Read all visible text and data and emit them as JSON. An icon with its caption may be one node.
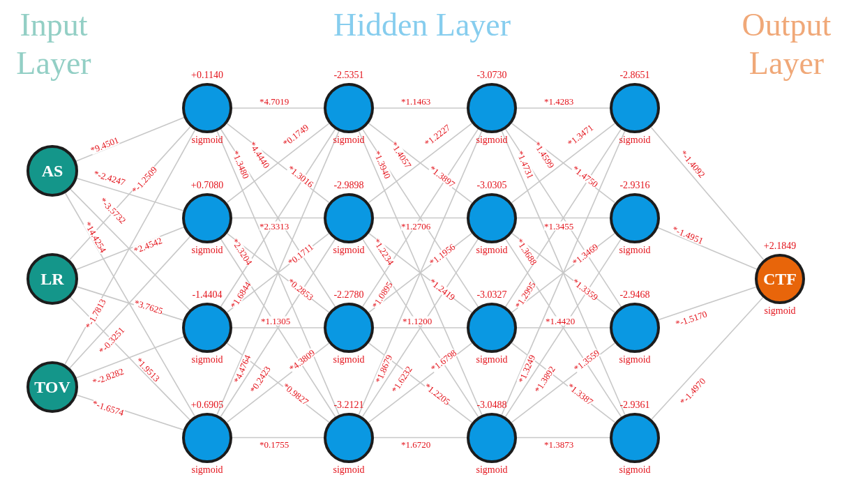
{
  "diagram": {
    "nodes": [
      {
        "text": [
          "AS"
        ]
      },
      {
        "text": [
          "LR"
        ]
      },
      {
        "text": [
          "TOV"
        ]
      },
      {
        "text": [],
        "shape": "circle",
        "beside": [
          "+0.1140",
          "sigmoid"
        ]
      },
      {
        "text": [],
        "shape": "circle",
        "beside": [
          "+0.7080",
          "sigmoid"
        ]
      },
      {
        "text": [],
        "shape": "circle",
        "beside": [
          "-1.4404",
          "sigmoid"
        ]
      },
      {
        "text": [],
        "shape": "circle",
        "beside": [
          "+0.6905",
          "sigmoid"
        ]
      },
      {
        "text": [],
        "shape": "circle",
        "beside": [
          "-2.5351",
          "sigmoid"
        ]
      },
      {
        "text": [],
        "shape": "circle",
        "beside": [
          "-2.9898",
          "sigmoid"
        ]
      },
      {
        "text": [],
        "shape": "circle",
        "beside": [
          "-2.2780",
          "sigmoid"
        ]
      },
      {
        "text": [],
        "shape": "circle",
        "beside": [
          "-3.2121",
          "sigmoid"
        ]
      },
      {
        "text": [],
        "shape": "circle",
        "beside": [
          "-3.0730",
          "sigmoid"
        ]
      },
      {
        "text": [],
        "shape": "circle",
        "beside": [
          "-3.0305",
          "sigmoid"
        ]
      },
      {
        "text": [],
        "shape": "circle",
        "beside": [
          "-3.0327",
          "sigmoid"
        ]
      },
      {
        "text": [],
        "shape": "circle",
        "beside": [
          "-3.0488",
          "sigmoid"
        ]
      },
      {
        "text": [],
        "shape": "circle",
        "beside": [
          "-2.8651",
          "sigmoid"
        ]
      },
      {
        "text": [],
        "shape": "circle",
        "beside": [
          "-2.9316",
          "sigmoid"
        ]
      },
      {
        "text": [],
        "shape": "circle",
        "beside": [
          "-2.9468",
          "sigmoid"
        ]
      },
      {
        "text": [],
        "shape": "circle",
        "beside": [
          "-2.9361",
          "sigmoid"
        ]
      },
      {
        "text": [
          "CTF"
        ],
        "beside": [
          "+2.1849",
          "sigmoid"
        ]
      }
    ],
    "edges": [
      {
        "from": 0,
        "to": 3,
        "arrow": "none",
        "label": "*9.4501"
      },
      {
        "from": 0,
        "to": 4,
        "arrow": "none",
        "label": "*-2.4247"
      },
      {
        "from": 0,
        "to": 5,
        "arrow": "none",
        "label": "*-3.5732"
      },
      {
        "from": 0,
        "to": 6,
        "arrow": "none",
        "label": "*14.4254"
      },
      {
        "from": 1,
        "to": 3,
        "arrow": "none",
        "label": "*-1.2509"
      },
      {
        "from": 1,
        "to": 4,
        "arrow": "none",
        "label": "*2.4542"
      },
      {
        "from": 1,
        "to": 5,
        "arrow": "none",
        "label": "*3.7625"
      },
      {
        "from": 1,
        "to": 6,
        "arrow": "none",
        "label": "*1.9513"
      },
      {
        "from": 2,
        "to": 3,
        "arrow": "none",
        "label": "*-1.7813"
      },
      {
        "from": 2,
        "to": 4,
        "arrow": "none",
        "label": "*-0.3251"
      },
      {
        "from": 2,
        "to": 5,
        "arrow": "none",
        "label": "*-2.8282"
      },
      {
        "from": 2,
        "to": 6,
        "arrow": "none",
        "label": "*-1.6574"
      },
      {
        "from": 3,
        "to": 7,
        "arrow": "none",
        "label": "*4.7019"
      },
      {
        "from": 3,
        "to": 8,
        "arrow": "none",
        "label": "*1.3016"
      },
      {
        "from": 3,
        "to": 9,
        "arrow": "none",
        "label": "*4.4440"
      },
      {
        "from": 3,
        "to": 10,
        "arrow": "none",
        "label": "*1.3480"
      },
      {
        "from": 4,
        "to": 7,
        "arrow": "none",
        "label": "*0.1749"
      },
      {
        "from": 4,
        "to": 8,
        "arrow": "none",
        "label": "*2.3313"
      },
      {
        "from": 4,
        "to": 9,
        "arrow": "none",
        "label": "*0.2853"
      },
      {
        "from": 4,
        "to": 10,
        "arrow": "none",
        "label": "*2.3204"
      },
      {
        "from": 5,
        "to": 7,
        "arrow": "none",
        "label": "*1.6844"
      },
      {
        "from": 5,
        "to": 8,
        "arrow": "none",
        "label": "*0.1711"
      },
      {
        "from": 5,
        "to": 9,
        "arrow": "none",
        "label": "*1.1305"
      },
      {
        "from": 5,
        "to": 10,
        "arrow": "none",
        "label": "*0.9827"
      },
      {
        "from": 6,
        "to": 7,
        "arrow": "none",
        "label": "*4.4764"
      },
      {
        "from": 6,
        "to": 8,
        "arrow": "none",
        "label": "*0.2423"
      },
      {
        "from": 6,
        "to": 9,
        "arrow": "none",
        "label": "*4.3809"
      },
      {
        "from": 6,
        "to": 10,
        "arrow": "none",
        "label": "*0.1755"
      },
      {
        "from": 7,
        "to": 11,
        "arrow": "none",
        "label": "*1.1463"
      },
      {
        "from": 7,
        "to": 12,
        "arrow": "none",
        "label": "*1.3897"
      },
      {
        "from": 7,
        "to": 13,
        "arrow": "none",
        "label": "*1.4057"
      },
      {
        "from": 7,
        "to": 14,
        "arrow": "none",
        "label": "*1.3940"
      },
      {
        "from": 8,
        "to": 11,
        "arrow": "none",
        "label": "*1.2227"
      },
      {
        "from": 8,
        "to": 12,
        "arrow": "none",
        "label": "*1.2706"
      },
      {
        "from": 8,
        "to": 13,
        "arrow": "none",
        "label": "*1.2419"
      },
      {
        "from": 8,
        "to": 14,
        "arrow": "none",
        "label": "*1.2234"
      },
      {
        "from": 9,
        "to": 11,
        "arrow": "none",
        "label": "*1.0895"
      },
      {
        "from": 9,
        "to": 12,
        "arrow": "none",
        "label": "*1.1956"
      },
      {
        "from": 9,
        "to": 13,
        "arrow": "none",
        "label": "*1.1200"
      },
      {
        "from": 9,
        "to": 14,
        "arrow": "none",
        "label": "*1.2205"
      },
      {
        "from": 10,
        "to": 11,
        "arrow": "none",
        "label": "*1.8679"
      },
      {
        "from": 10,
        "to": 12,
        "arrow": "none",
        "label": "*1.6232"
      },
      {
        "from": 10,
        "to": 13,
        "arrow": "none",
        "label": "*1.6798"
      },
      {
        "from": 10,
        "to": 14,
        "arrow": "none",
        "label": "*1.6720"
      },
      {
        "from": 11,
        "to": 15,
        "arrow": "none",
        "label": "*1.4283"
      },
      {
        "from": 11,
        "to": 16,
        "arrow": "none",
        "label": "*1.4750"
      },
      {
        "from": 11,
        "to": 17,
        "arrow": "none",
        "label": "*1.4599"
      },
      {
        "from": 11,
        "to": 18,
        "arrow": "none",
        "label": "*1.4731"
      },
      {
        "from": 12,
        "to": 15,
        "arrow": "none",
        "label": "*1.3471"
      },
      {
        "from": 12,
        "to": 16,
        "arrow": "none",
        "label": "*1.3455"
      },
      {
        "from": 12,
        "to": 17,
        "arrow": "none",
        "label": "*1.3359"
      },
      {
        "from": 12,
        "to": 18,
        "arrow": "none",
        "label": "*1.3688"
      },
      {
        "from": 13,
        "to": 15,
        "arrow": "none",
        "label": "*1.2995"
      },
      {
        "from": 13,
        "to": 16,
        "arrow": "none",
        "label": "*1.3469"
      },
      {
        "from": 13,
        "to": 17,
        "arrow": "none",
        "label": "*1.4420"
      },
      {
        "from": 13,
        "to": 18,
        "arrow": "none",
        "label": "*1.3387"
      },
      {
        "from": 14,
        "to": 15,
        "arrow": "none",
        "label": "*1.3249"
      },
      {
        "from": 14,
        "to": 16,
        "arrow": "none",
        "label": "*1.3892"
      },
      {
        "from": 14,
        "to": 17,
        "arrow": "none",
        "label": "*1.3559"
      },
      {
        "from": 14,
        "to": 18,
        "arrow": "none",
        "label": "*1.3873"
      },
      {
        "from": 15,
        "to": 19,
        "arrow": "none",
        "label": "*-1.4092"
      },
      {
        "from": 16,
        "to": 19,
        "arrow": "none",
        "label": "*-1.4951"
      },
      {
        "from": 17,
        "to": 19,
        "arrow": "none",
        "label": "*-1.5170"
      },
      {
        "from": 18,
        "to": 19,
        "arrow": "none",
        "label": "*-1.4970"
      }
    ],
    "labels": [
      "Input Layer",
      "Hidden Layer",
      "Output Layer"
    ]
  }
}
